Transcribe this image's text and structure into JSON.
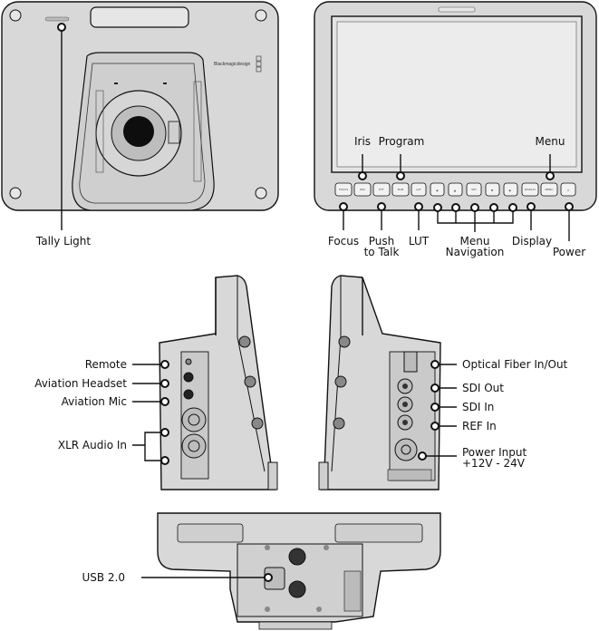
{
  "front_view": {
    "brand": "Blackmagicdesign",
    "labels": {
      "tally_light": "Tally Light"
    }
  },
  "rear_view": {
    "buttons": [
      "FOCUS",
      "IRIS",
      "PTT",
      "PGM",
      "LUT",
      "◀",
      "▲",
      "SET",
      "▼",
      "▶",
      "DISPLAY",
      "MENU",
      "⏻"
    ],
    "labels": {
      "iris": "Iris",
      "program": "Program",
      "menu": "Menu",
      "focus": "Focus",
      "push": "Push",
      "to_talk": "to Talk",
      "lut": "LUT",
      "menu_nav_1": "Menu",
      "menu_nav_2": "Navigation",
      "display": "Display",
      "power": "Power"
    }
  },
  "left_side": {
    "labels": {
      "remote": "Remote",
      "aviation_headset": "Aviation Headset",
      "aviation_mic": "Aviation Mic",
      "xlr_audio_in": "XLR Audio In"
    }
  },
  "right_side": {
    "labels": {
      "optical": "Optical Fiber In/Out",
      "sdi_out": "SDI Out",
      "sdi_in": "SDI In",
      "ref_in": "REF In",
      "power_input_1": "Power Input",
      "power_input_2": "+12V - 24V"
    }
  },
  "bottom_view": {
    "labels": {
      "usb": "USB 2.0"
    }
  }
}
